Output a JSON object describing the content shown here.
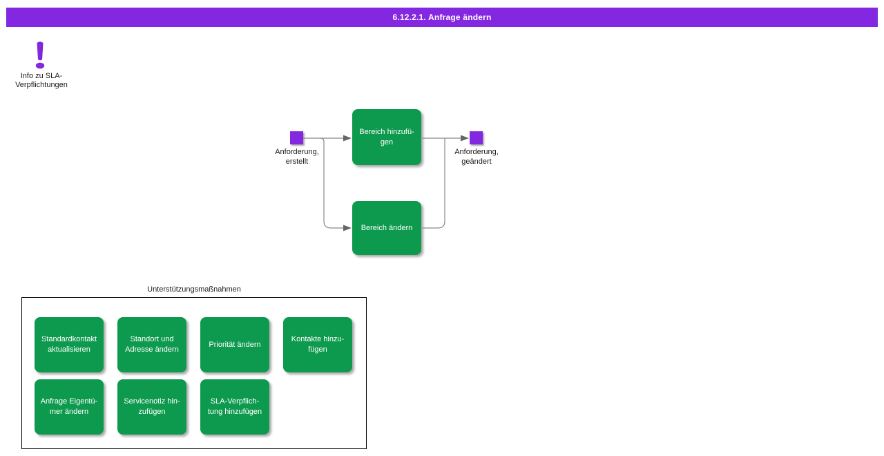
{
  "title_bar": {
    "text": "6.12.2.1. Anfrage ändern"
  },
  "colors": {
    "accent_purple": "#8328E0",
    "activity_green": "#0E9A4E",
    "connector_gray": "#888888",
    "arrowhead_gray": "#666666",
    "box_border_black": "#000000"
  },
  "info_note": {
    "icon": "exclamation-icon",
    "label": "Info zu SLA-\nVerpflichtungen"
  },
  "flow": {
    "start_node": {
      "label": "Anforderung,\nerstellt"
    },
    "end_node": {
      "label": "Anforderung,\ngeändert"
    },
    "activities": [
      {
        "label": "Bereich hinzufü-\ngen"
      },
      {
        "label": "Bereich ändern"
      }
    ]
  },
  "support_group": {
    "title": "Unterstützungsmaßnahmen",
    "activities": [
      {
        "label": "Standardkontakt\naktualisieren"
      },
      {
        "label": "Standort und\nAdresse ändern"
      },
      {
        "label": "Priorität ändern"
      },
      {
        "label": "Kontakte hinzu-\nfügen"
      },
      {
        "label": "Anfrage Eigentü-\nmer ändern"
      },
      {
        "label": "Servicenotiz hin-\nzufügen"
      },
      {
        "label": "SLA-Verpflich-\ntung hinzufügen"
      }
    ]
  }
}
